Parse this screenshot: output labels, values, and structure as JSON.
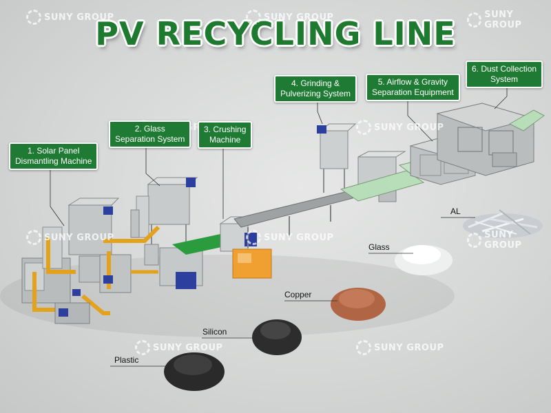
{
  "title": "PV RECYCLING LINE",
  "watermark": "SUNY GROUP",
  "steps": [
    {
      "line1": "1. Solar Panel",
      "line2": "Dismantling Machine"
    },
    {
      "line1": "2. Glass",
      "line2": "Separation System"
    },
    {
      "line1": "3. Crushing",
      "line2": "Machine"
    },
    {
      "line1": "4. Grinding &",
      "line2": "Pulverizing System"
    },
    {
      "line1": "5. Airflow & Gravity",
      "line2": "Separation Equipment"
    },
    {
      "line1": "6. Dust Collection",
      "line2": "System"
    }
  ],
  "materials": [
    "AL",
    "Glass",
    "Copper",
    "Silicon",
    "Plastic"
  ],
  "colors": {
    "brand_green": "#1f7a33",
    "title_green": "#1d7a2e",
    "machine_blue": "#2d3f9e",
    "pipe_yellow": "#e3a11c",
    "crusher_orange": "#f0a030"
  }
}
